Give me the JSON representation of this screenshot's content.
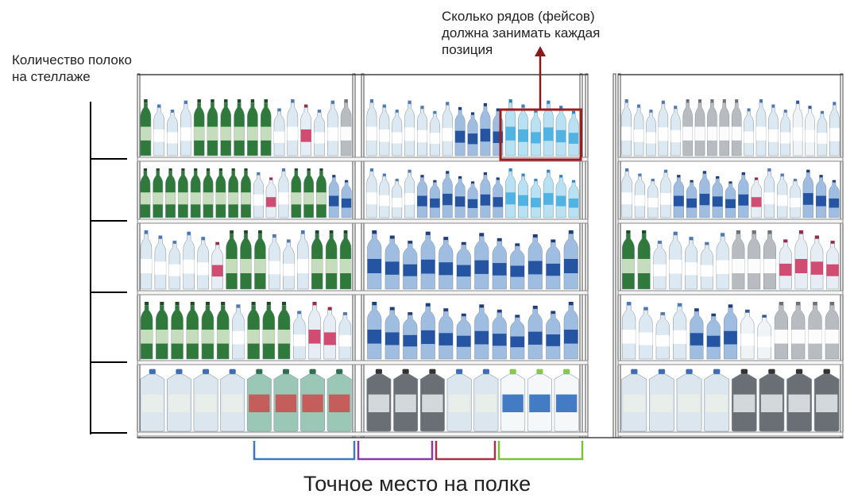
{
  "annotations": {
    "shelf_count": "Количество полоко\nна стеллаже",
    "facings_per_position": "Сколько рядов (фейсов)\nдолжна занимать каждая\nпозиция",
    "exact_place_on_shelf": "Точное место на полке"
  },
  "shelves": [
    {
      "level": 1,
      "left_bay": [
        {
          "type": "green",
          "n": 1
        },
        {
          "type": "clear",
          "n": 3
        },
        {
          "type": "green",
          "n": 6
        },
        {
          "type": "clear",
          "n": 2
        },
        {
          "type": "pink",
          "n": 1
        },
        {
          "type": "clear",
          "n": 2
        },
        {
          "type": "gray",
          "n": 1
        }
      ],
      "middle_bay": [
        {
          "type": "clear",
          "n": 7
        },
        {
          "type": "blue",
          "n": 4
        },
        {
          "type": "light-blue",
          "n": 6
        }
      ],
      "right_bay": [
        {
          "type": "clear",
          "n": 5
        },
        {
          "type": "gray",
          "n": 5
        },
        {
          "type": "clear",
          "n": 4
        },
        {
          "type": "white",
          "n": 2
        },
        {
          "type": "clear",
          "n": 2
        }
      ]
    },
    {
      "level": 2,
      "left_bay": [
        {
          "type": "green",
          "n": 9
        },
        {
          "type": "clear",
          "n": 1
        },
        {
          "type": "pink",
          "n": 1
        },
        {
          "type": "clear",
          "n": 1
        },
        {
          "type": "green",
          "n": 3
        },
        {
          "type": "blue",
          "n": 2
        }
      ],
      "middle_bay": [
        {
          "type": "clear",
          "n": 4
        },
        {
          "type": "blue",
          "n": 7
        },
        {
          "type": "light-blue",
          "n": 6
        }
      ],
      "right_bay": [
        {
          "type": "clear",
          "n": 4
        },
        {
          "type": "blue",
          "n": 6
        },
        {
          "type": "pink",
          "n": 1
        },
        {
          "type": "clear",
          "n": 3
        },
        {
          "type": "blue",
          "n": 3
        }
      ]
    },
    {
      "level": 3,
      "left_bay": [
        {
          "type": "clear",
          "n": 5
        },
        {
          "type": "pink",
          "n": 1
        },
        {
          "type": "green",
          "n": 3
        },
        {
          "type": "clear",
          "n": 3
        },
        {
          "type": "green",
          "n": 3
        }
      ],
      "middle_bay": [
        {
          "type": "blue",
          "n": 12
        }
      ],
      "right_bay": [
        {
          "type": "green",
          "n": 2
        },
        {
          "type": "clear",
          "n": 5
        },
        {
          "type": "gray",
          "n": 3
        },
        {
          "type": "pink",
          "n": 4
        }
      ]
    },
    {
      "level": 4,
      "left_bay": [
        {
          "type": "green",
          "n": 6
        },
        {
          "type": "clear",
          "n": 1
        },
        {
          "type": "green",
          "n": 3
        },
        {
          "type": "clear",
          "n": 1
        },
        {
          "type": "pink",
          "n": 2
        },
        {
          "type": "clear",
          "n": 1
        }
      ],
      "middle_bay": [
        {
          "type": "blue",
          "n": 12
        }
      ],
      "right_bay": [
        {
          "type": "clear",
          "n": 4
        },
        {
          "type": "blue",
          "n": 3
        },
        {
          "type": "white",
          "n": 2
        },
        {
          "type": "gray",
          "n": 4
        }
      ]
    },
    {
      "level": 5,
      "left_bay": [
        {
          "type": "big-clear",
          "n": 4
        },
        {
          "type": "big-green",
          "n": 4
        }
      ],
      "middle_bay": [
        {
          "type": "big-dark",
          "n": 3
        },
        {
          "type": "big-clear",
          "n": 2
        },
        {
          "type": "big-white",
          "n": 3
        }
      ],
      "right_bay": [
        {
          "type": "big-clear",
          "n": 4
        },
        {
          "type": "big-dark",
          "n": 4
        }
      ]
    }
  ],
  "colors": {
    "highlight_box": "#a11d1d",
    "arrow": "#8b1a1a",
    "bracket_blue": "#3a7bbf",
    "bracket_purple": "#8a3aa8",
    "bracket_maroon": "#a3344a",
    "bracket_green": "#7ac23a",
    "shelf_line": "#888888",
    "tick_line": "#000000"
  },
  "bottle_palette": {
    "clear": {
      "body": "#dde9f2",
      "label": "#ffffff",
      "cap": "#4a78b8"
    },
    "blue": {
      "body": "#9fbde0",
      "label": "#1f4f9e",
      "cap": "#1d3d80"
    },
    "light-blue": {
      "body": "#b9e1f4",
      "label": "#4ab0e0",
      "cap": "#2a86c8"
    },
    "green": {
      "body": "#2f7a3a",
      "label": "#cfe3c4",
      "cap": "#1d4a23"
    },
    "pink": {
      "body": "#e6edf4",
      "label": "#d0436a",
      "cap": "#9a2a48"
    },
    "gray": {
      "body": "#b8bcc0",
      "label": "#ffffff",
      "cap": "#6e7276"
    },
    "white": {
      "body": "#f1f4f6",
      "label": "#ffffff",
      "cap": "#2a5aa0"
    },
    "big-clear": {
      "body": "#dbe6ee",
      "label": "#e9efe9",
      "cap": "#3f6db2"
    },
    "big-green": {
      "body": "#9ac7b6",
      "label": "#c75757",
      "cap": "#2f6e52"
    },
    "big-dark": {
      "body": "#6a6f76",
      "label": "#d9dde0",
      "cap": "#333333"
    },
    "big-white": {
      "body": "#f5f7f9",
      "label": "#3a74c2",
      "cap": "#86c94a"
    }
  }
}
